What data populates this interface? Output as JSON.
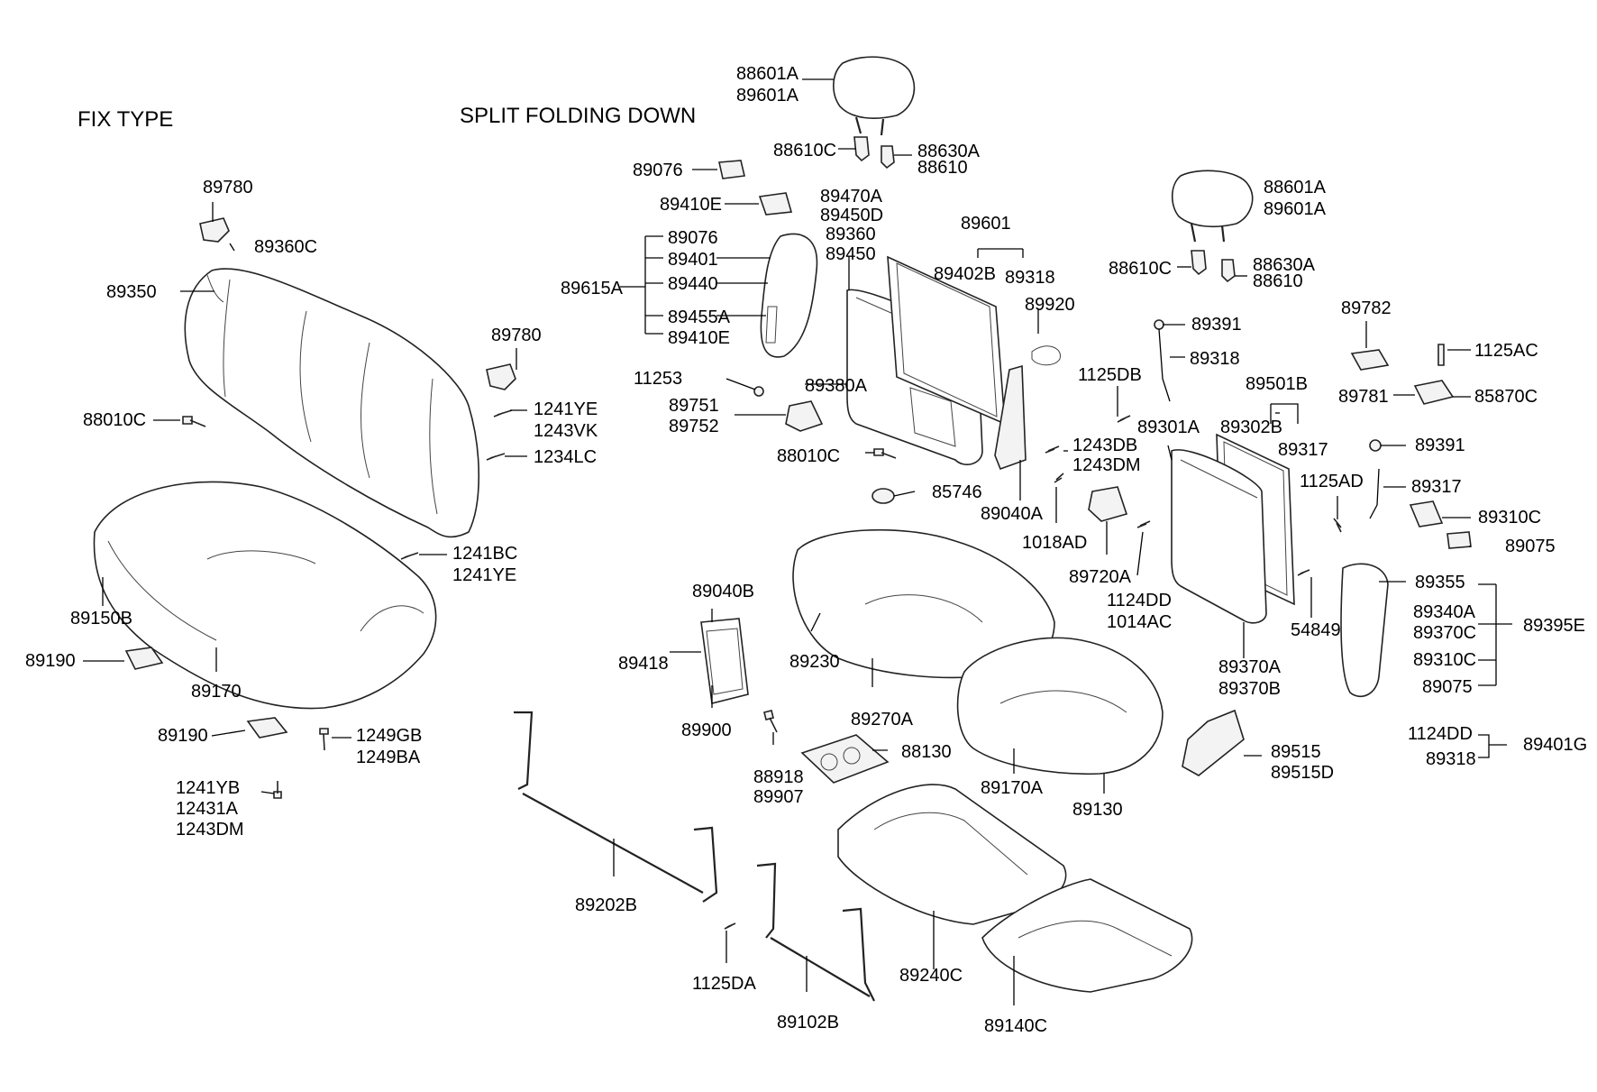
{
  "headings": {
    "fix_type": "FIX TYPE",
    "split_folding": "SPLIT FOLDING DOWN"
  },
  "labels": {
    "p89780_a": "89780",
    "p89360C": "89360C",
    "p89350": "89350",
    "p89780_b": "89780",
    "p1241YE_a": "1241YE",
    "p1243VK": "1243VK",
    "p1234LC": "1234LC",
    "p88010C_a": "88010C",
    "p1241BC": "1241BC",
    "p1241YE_b": "1241YE",
    "p89150B": "89150B",
    "p89190_a": "89190",
    "p89170": "89170",
    "p89190_b": "89190",
    "p1249GB": "1249GB",
    "p1249BA": "1249BA",
    "p1241YB": "1241YB",
    "p12431A": "12431A",
    "p1243DM_a": "1243DM",
    "p88601A_a": "88601A",
    "p89601A_a": "89601A",
    "p88610C_a": "88610C",
    "p88630A_a": "88630A",
    "p88610_a": "88610",
    "p89076_a": "89076",
    "p89410E_a": "89410E",
    "p89470A": "89470A",
    "p89450D": "89450D",
    "p89360": "89360",
    "p89450": "89450",
    "p89601": "89601",
    "p89402B": "89402B",
    "p89318_a": "89318",
    "p89920": "89920",
    "p89076_b": "89076",
    "p89401": "89401",
    "p89440": "89440",
    "p89455A": "89455A",
    "p89410E_b": "89410E",
    "p89615A": "89615A",
    "p11253": "11253",
    "p89380A": "89380A",
    "p89751": "89751",
    "p89752": "89752",
    "p88010C_b": "88010C",
    "p85746": "85746",
    "p89040A": "89040A",
    "p1243DB": "1243DB",
    "p1243DM_b": "1243DM",
    "p1018AD": "1018AD",
    "p89720A": "89720A",
    "p1124DD_a": "1124DD",
    "p1014AC": "1014AC",
    "p1125DB": "1125DB",
    "p89391_a": "89391",
    "p89318_b": "89318",
    "p88601A_b": "88601A",
    "p89601A_b": "89601A",
    "p88610C_b": "88610C",
    "p88630A_b": "88630A",
    "p88610_b": "88610",
    "p89782": "89782",
    "p1125AC": "1125AC",
    "p89781": "89781",
    "p85870C": "85870C",
    "p89501B": "89501B",
    "p89301A": "89301A",
    "p89302B": "89302B",
    "p89317_a": "89317",
    "p89391_b": "89391",
    "p1125AD": "1125AD",
    "p89317_b": "89317",
    "p89310C_a": "89310C",
    "p89075_a": "89075",
    "p89355": "89355",
    "p89340A": "89340A",
    "p89370C": "89370C",
    "p89310C_b": "89310C",
    "p89075_b": "89075",
    "p89395E": "89395E",
    "p54849": "54849",
    "p89370A": "89370A",
    "p89370B": "89370B",
    "p1124DD_b": "1124DD",
    "p89318_c": "89318",
    "p89401G": "89401G",
    "p89515": "89515",
    "p89515D": "89515D",
    "p89040B": "89040B",
    "p89418": "89418",
    "p89900": "89900",
    "p89230": "89230",
    "p89270A": "89270A",
    "p88918": "88918",
    "p89907": "89907",
    "p88130": "88130",
    "p89170A": "89170A",
    "p89130": "89130",
    "p89202B": "89202B",
    "p1125DA": "1125DA",
    "p89102B": "89102B",
    "p89240C": "89240C",
    "p89140C": "89140C"
  }
}
